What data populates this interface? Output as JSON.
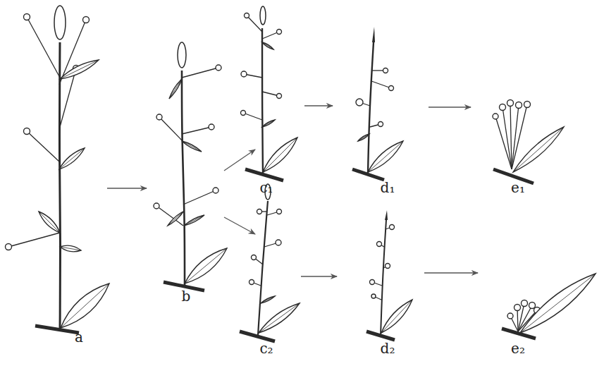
{
  "diagram": {
    "labels": [
      "a",
      "b",
      "c₁",
      "d₁",
      "e₁",
      "c₂",
      "d₂",
      "e₂"
    ]
  }
}
